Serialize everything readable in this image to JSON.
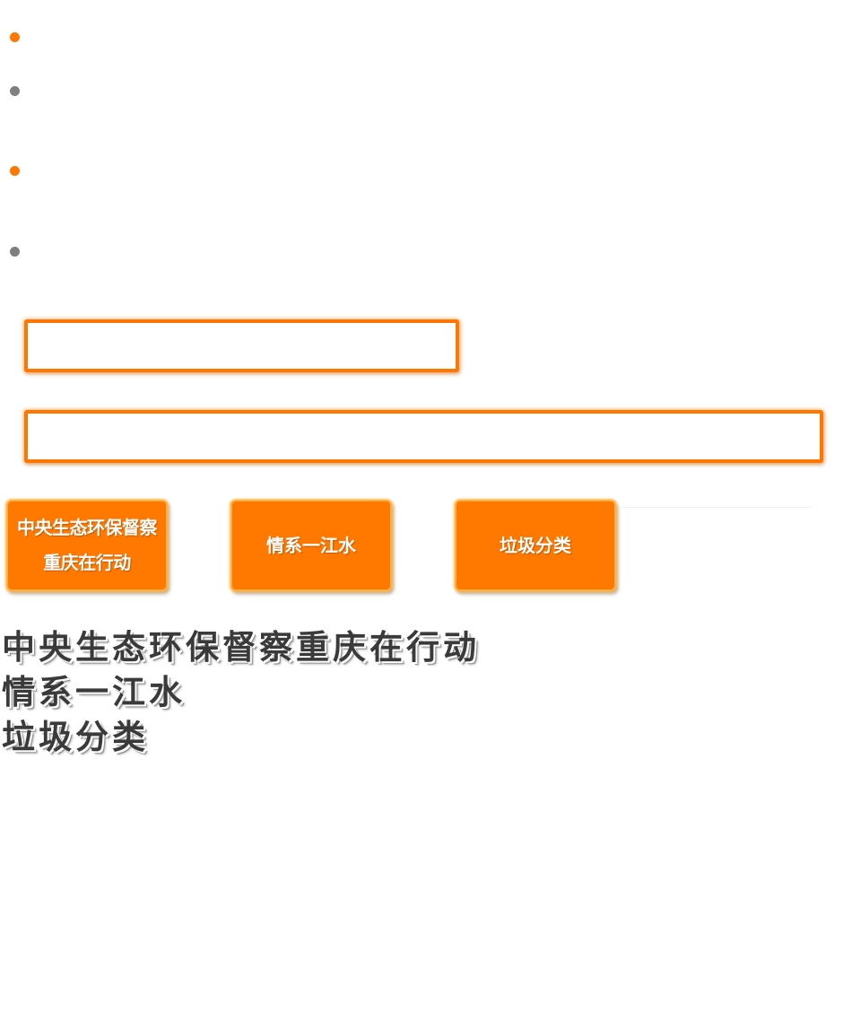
{
  "indicators": {
    "dots": [
      {
        "state": "active",
        "color": "#ff7700"
      },
      {
        "state": "inactive",
        "color": "#7f7f7f"
      },
      {
        "state": "active",
        "color": "#ff7700"
      },
      {
        "state": "inactive",
        "color": "#7f7f7f"
      }
    ]
  },
  "fields": {
    "short_value": "",
    "long_value": ""
  },
  "tiles": [
    {
      "label": "中央生态环保督察重庆在行动"
    },
    {
      "label": "情系一江水"
    },
    {
      "label": "垃圾分类"
    }
  ],
  "headings": [
    {
      "text": "中央生态环保督察重庆在行动"
    },
    {
      "text": "情系一江水"
    },
    {
      "text": "垃圾分类"
    }
  ],
  "colors": {
    "accent": "#ff7700",
    "tile": "#ff7800",
    "inactive_dot": "#7f7f7f",
    "heading_text": "#3a3a3a"
  }
}
